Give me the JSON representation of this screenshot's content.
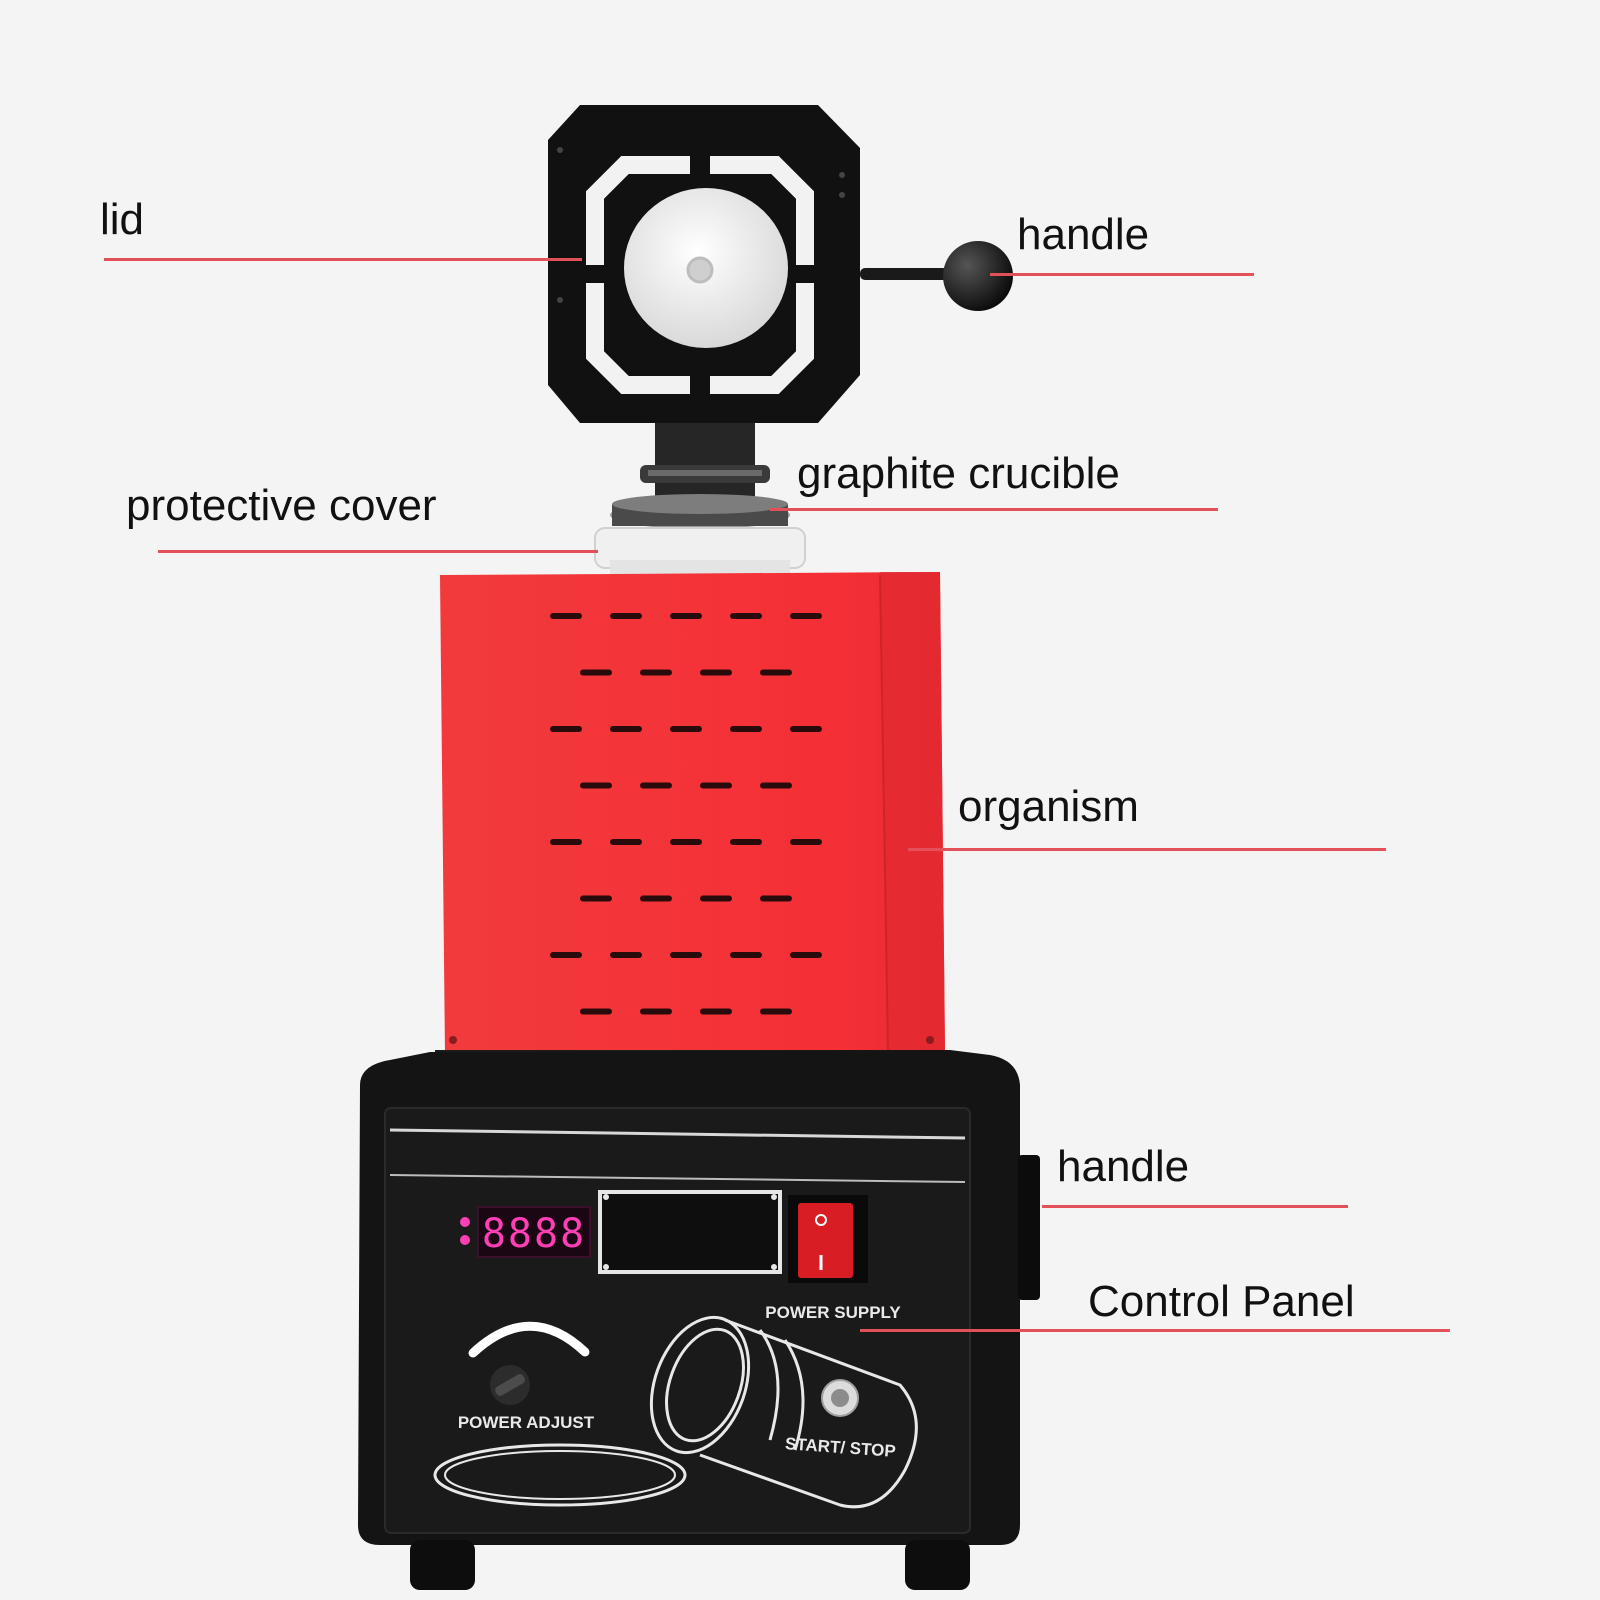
{
  "colors": {
    "background": "#f4f4f4",
    "leader_line": "#e4505a",
    "body_red": "#f3333a",
    "base_black": "#121212",
    "display_digits": "#ff3fb4",
    "switch_red": "#d81e24"
  },
  "callouts": {
    "lid": "lid",
    "handle_top": "handle",
    "graphite_crucible": "graphite crucible",
    "protective_cover": "protective cover",
    "organism": "organism",
    "handle_side": "handle",
    "control_panel": "Control Panel"
  },
  "panel": {
    "display_value": "8888",
    "power_supply": "POWER SUPPLY",
    "power_adjust": "POWER ADJUST",
    "start_stop": "START/ STOP"
  },
  "icons": {
    "knob": "rotary-knob-icon",
    "switch": "rocker-switch-icon",
    "button": "push-button-icon",
    "illustration": "crucible-outline-icon"
  }
}
